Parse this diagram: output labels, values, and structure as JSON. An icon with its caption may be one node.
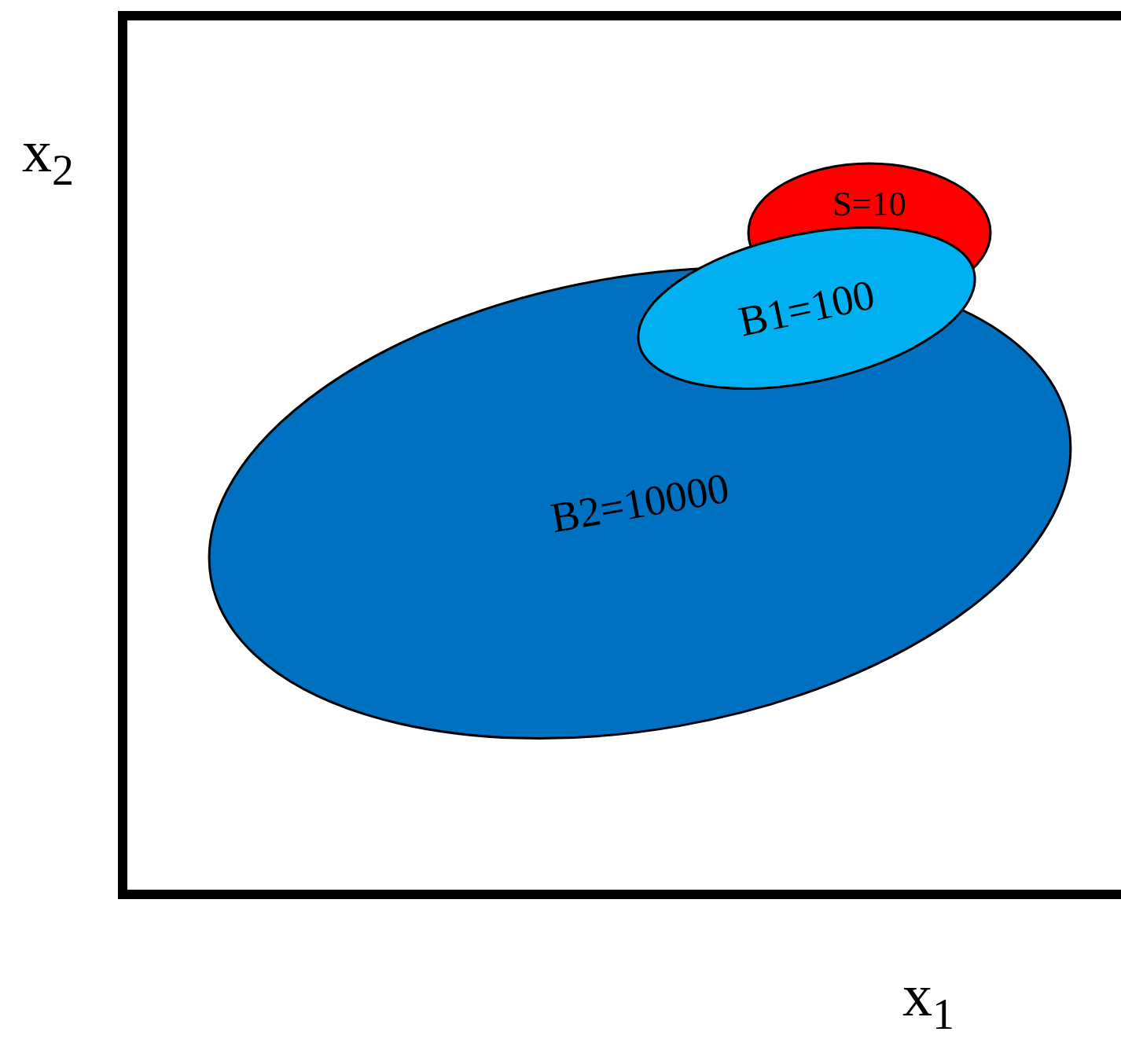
{
  "diagram": {
    "nodes": [
      {
        "text": [
          "S=10"
        ]
      },
      {
        "text": [
          "B1=100"
        ]
      },
      {
        "text": [
          "B2=10000"
        ]
      }
    ],
    "labels": [
      "x$_{2}$",
      "x$_{1}$"
    ]
  }
}
